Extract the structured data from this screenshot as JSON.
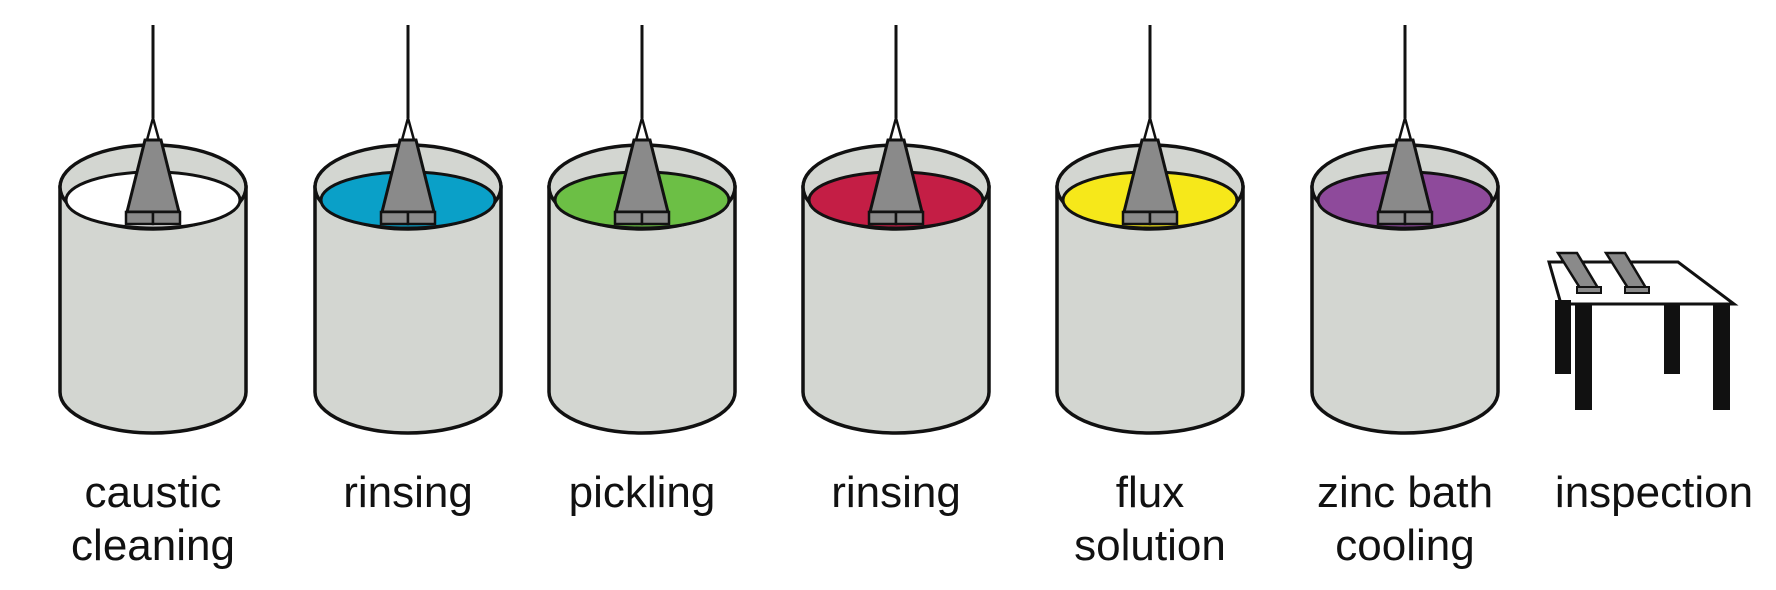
{
  "stages": [
    {
      "label_lines": [
        "caustic",
        "cleaning"
      ],
      "liquid_color": "#ffffff"
    },
    {
      "label_lines": [
        "rinsing"
      ],
      "liquid_color": "#0aa0c8"
    },
    {
      "label_lines": [
        "pickling"
      ],
      "liquid_color": "#6cbf45"
    },
    {
      "label_lines": [
        "rinsing"
      ],
      "liquid_color": "#c41e45"
    },
    {
      "label_lines": [
        "flux",
        "solution"
      ],
      "liquid_color": "#f6e81a"
    },
    {
      "label_lines": [
        "zinc bath",
        "cooling"
      ],
      "liquid_color": "#8e4a9b"
    }
  ],
  "final_stage": {
    "label_lines": [
      "inspection"
    ]
  },
  "colors": {
    "tank_body": "#d3d6d1",
    "outline": "#111111",
    "part": "#8a8a8a"
  }
}
